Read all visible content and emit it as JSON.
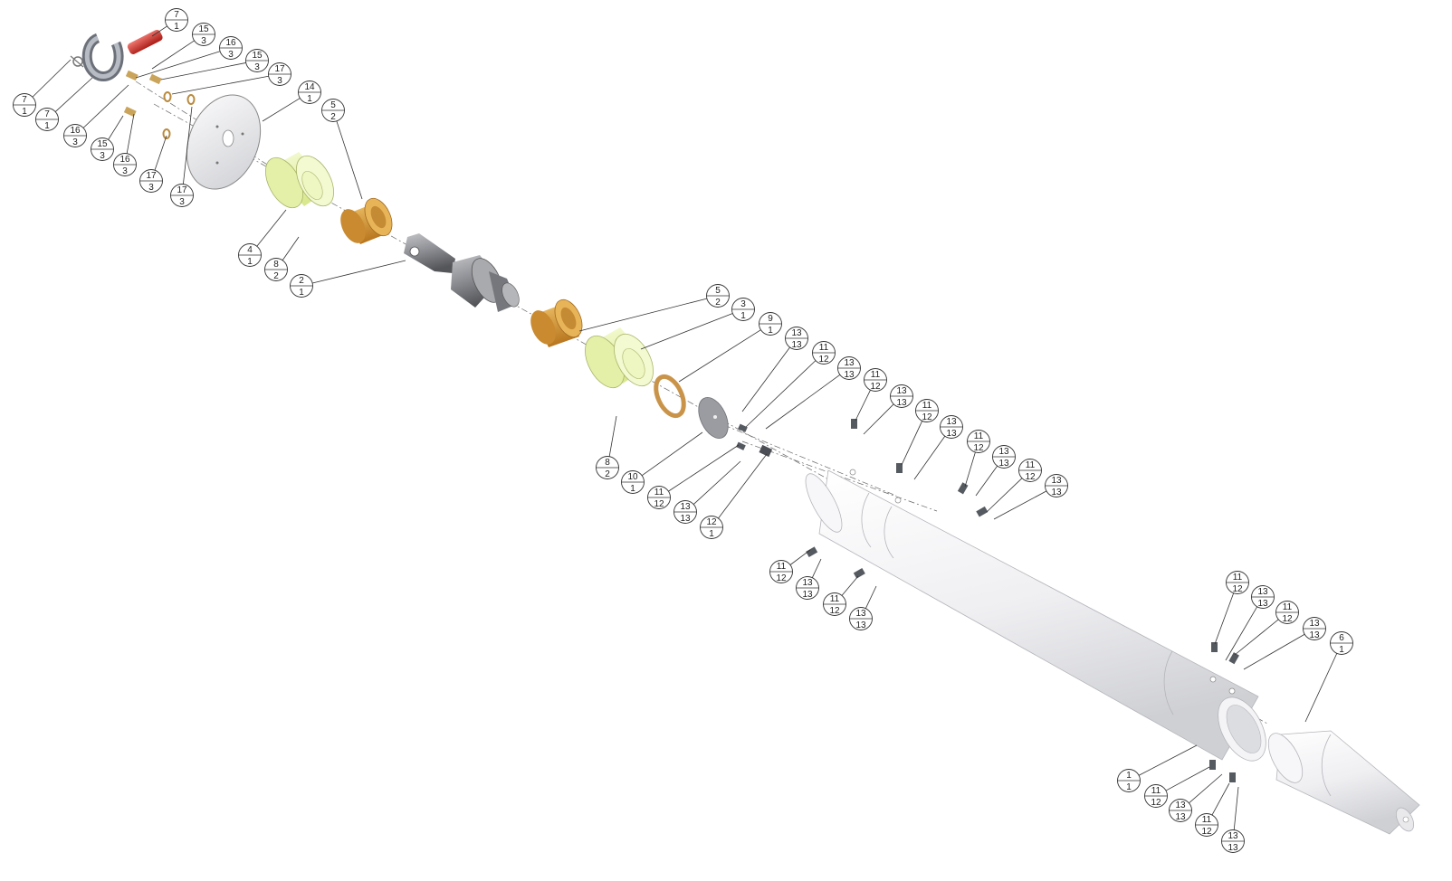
{
  "callouts": [
    {
      "item": "7",
      "qty": "1"
    },
    {
      "item": "15",
      "qty": "3"
    },
    {
      "item": "16",
      "qty": "3"
    },
    {
      "item": "15",
      "qty": "3"
    },
    {
      "item": "17",
      "qty": "3"
    },
    {
      "item": "7",
      "qty": "1"
    },
    {
      "item": "7",
      "qty": "1"
    },
    {
      "item": "16",
      "qty": "3"
    },
    {
      "item": "15",
      "qty": "3"
    },
    {
      "item": "16",
      "qty": "3"
    },
    {
      "item": "17",
      "qty": "3"
    },
    {
      "item": "17",
      "qty": "3"
    },
    {
      "item": "14",
      "qty": "1"
    },
    {
      "item": "5",
      "qty": "2"
    },
    {
      "item": "4",
      "qty": "1"
    },
    {
      "item": "8",
      "qty": "2"
    },
    {
      "item": "2",
      "qty": "1"
    },
    {
      "item": "5",
      "qty": "2"
    },
    {
      "item": "3",
      "qty": "1"
    },
    {
      "item": "9",
      "qty": "1"
    },
    {
      "item": "13",
      "qty": "13"
    },
    {
      "item": "11",
      "qty": "12"
    },
    {
      "item": "13",
      "qty": "13"
    },
    {
      "item": "11",
      "qty": "12"
    },
    {
      "item": "13",
      "qty": "13"
    },
    {
      "item": "11",
      "qty": "12"
    },
    {
      "item": "13",
      "qty": "13"
    },
    {
      "item": "11",
      "qty": "12"
    },
    {
      "item": "13",
      "qty": "13"
    },
    {
      "item": "11",
      "qty": "12"
    },
    {
      "item": "13",
      "qty": "13"
    },
    {
      "item": "8",
      "qty": "2"
    },
    {
      "item": "10",
      "qty": "1"
    },
    {
      "item": "11",
      "qty": "12"
    },
    {
      "item": "13",
      "qty": "13"
    },
    {
      "item": "12",
      "qty": "1"
    },
    {
      "item": "11",
      "qty": "12"
    },
    {
      "item": "13",
      "qty": "13"
    },
    {
      "item": "11",
      "qty": "12"
    },
    {
      "item": "13",
      "qty": "13"
    },
    {
      "item": "11",
      "qty": "12"
    },
    {
      "item": "13",
      "qty": "13"
    },
    {
      "item": "11",
      "qty": "12"
    },
    {
      "item": "13",
      "qty": "13"
    },
    {
      "item": "6",
      "qty": "1"
    },
    {
      "item": "1",
      "qty": "1"
    },
    {
      "item": "11",
      "qty": "12"
    },
    {
      "item": "13",
      "qty": "13"
    },
    {
      "item": "11",
      "qty": "12"
    },
    {
      "item": "13",
      "qty": "13"
    }
  ],
  "colors": {
    "shackle": "#9aa0a8",
    "pin": "#d9413a",
    "plate": "#e9e9ec",
    "sleeve": "#eaf3b4",
    "bushing": "#d49a3a",
    "shaft": "#8c8c90",
    "tube": "#f2f2f4",
    "bolt": "#555a60",
    "washer": "#c9944a"
  }
}
